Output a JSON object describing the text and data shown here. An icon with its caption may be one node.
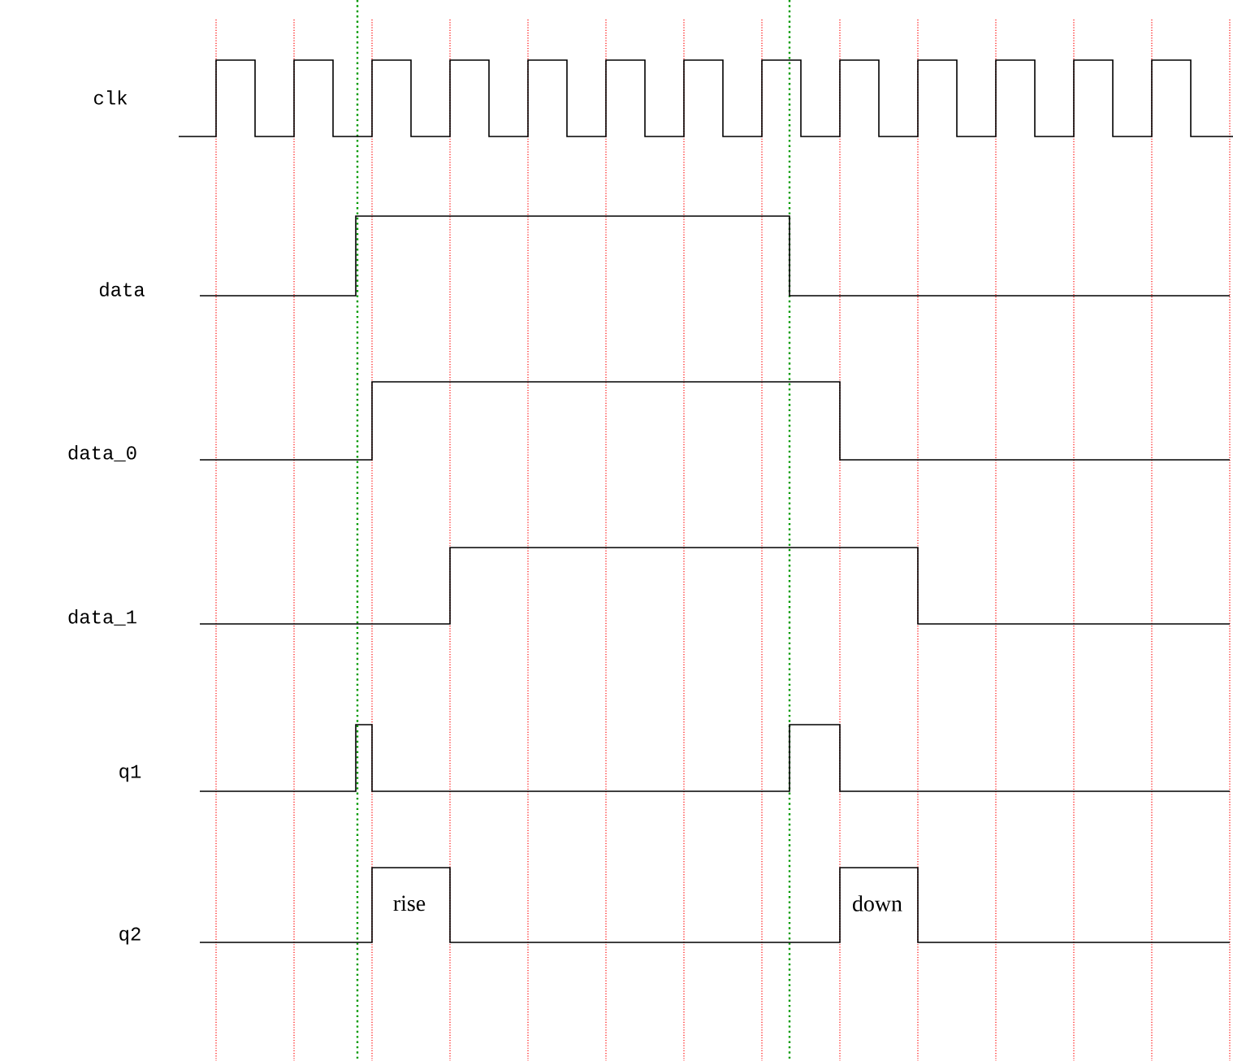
{
  "diagram": {
    "labels": [
      "clk",
      "data",
      "data_0",
      "data_1",
      "q1",
      "q2",
      "rise",
      "down"
    ]
  }
}
